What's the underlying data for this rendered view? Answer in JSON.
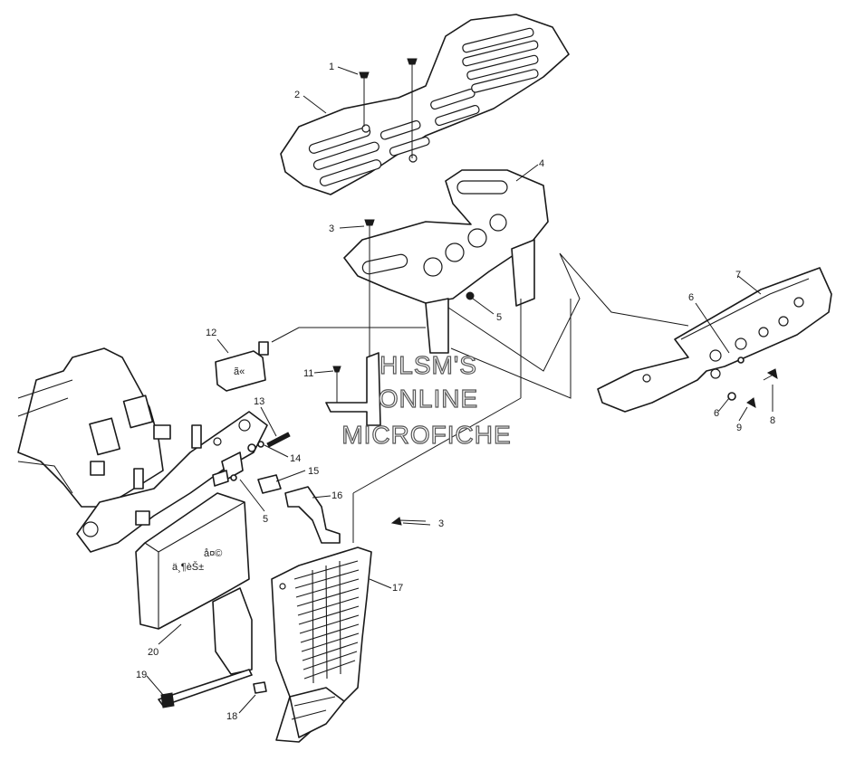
{
  "watermark": {
    "line1": "HLSM'S",
    "line2": "ONLINE",
    "line3": "MICROFICHE"
  },
  "callouts": [
    "1",
    "2",
    "3",
    "4",
    "3",
    "5",
    "6",
    "7",
    "8",
    "6",
    "9",
    "11",
    "12",
    "13",
    "14",
    "15",
    "5",
    "16",
    "3",
    "17",
    "20",
    "19",
    "18"
  ],
  "colors": {
    "line": "#1a1a1a",
    "paper": "#ffffff",
    "watermark_outline": "#555555"
  }
}
